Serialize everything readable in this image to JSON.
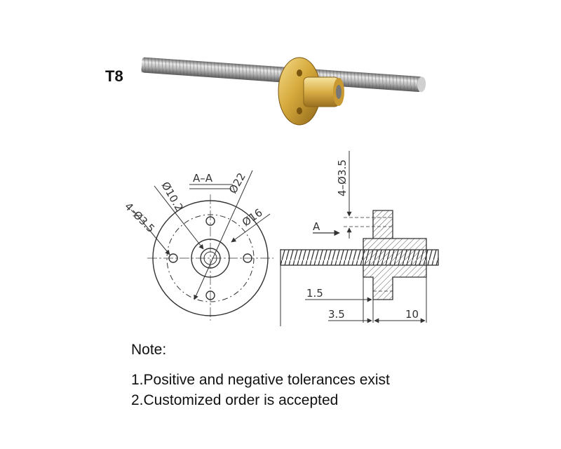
{
  "product_label": "T8",
  "drawing": {
    "section_title": "A–A",
    "front_view": {
      "dim_outer": "Ø22",
      "dim_pcd": "Ø16",
      "dim_hub": "Ø10.2",
      "dim_holes": "4–Ø3.5"
    },
    "side_view": {
      "dim_holes": "4–Ø3.5",
      "section_marker": "A",
      "dim_1": "1.5",
      "dim_2": "3.5",
      "dim_3": "10"
    }
  },
  "notes": {
    "heading": "Note:",
    "items": [
      "1.Positive and negative tolerances exist",
      "2.Customized order is accepted"
    ]
  }
}
